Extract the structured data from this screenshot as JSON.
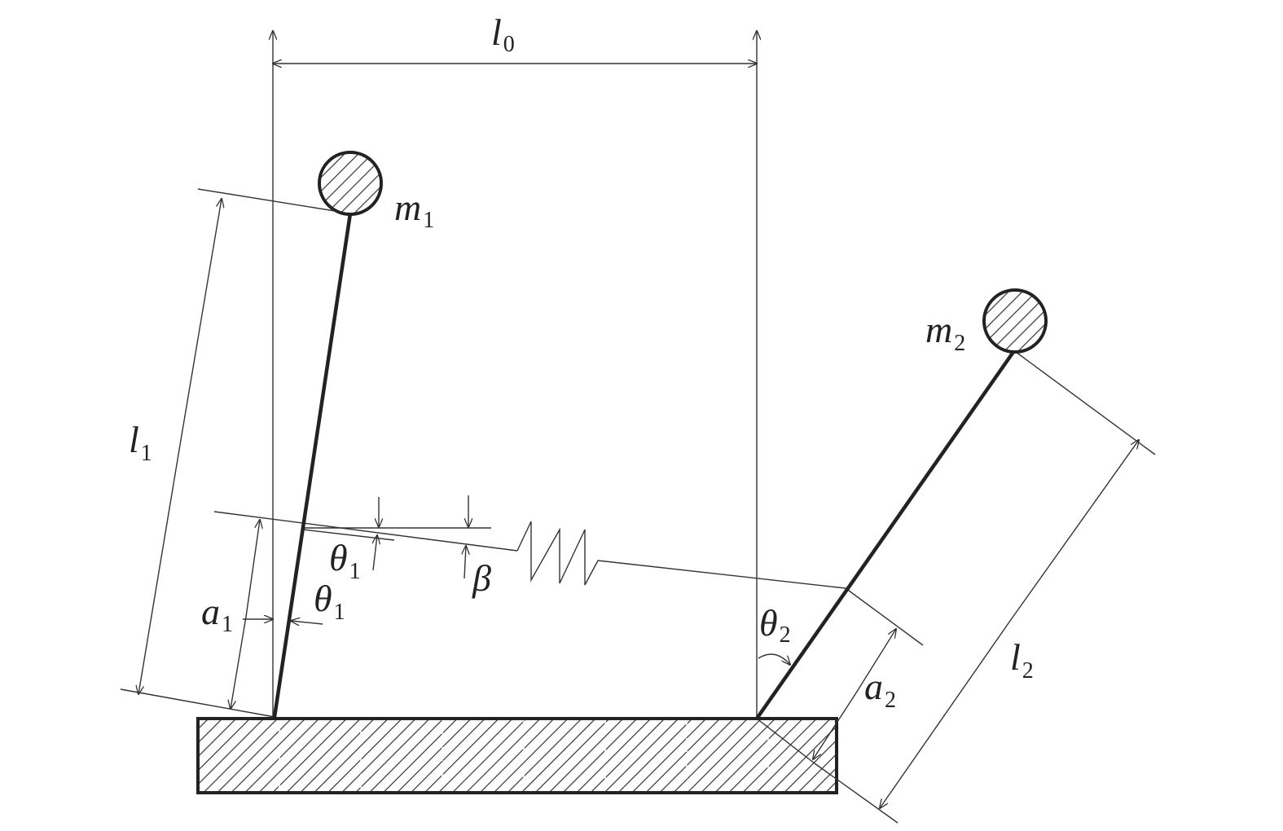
{
  "labels": {
    "l0": {
      "main": "l",
      "sub": "0"
    },
    "m1": {
      "main": "m",
      "sub": "1"
    },
    "m2": {
      "main": "m",
      "sub": "2"
    },
    "l1": {
      "main": "l",
      "sub": "1"
    },
    "l2": {
      "main": "l",
      "sub": "2"
    },
    "a1": {
      "main": "a",
      "sub": "1"
    },
    "a2": {
      "main": "a",
      "sub": "2"
    },
    "theta1a": {
      "main": "θ",
      "sub": "1"
    },
    "theta1b": {
      "main": "θ",
      "sub": "1"
    },
    "theta2": {
      "main": "θ",
      "sub": "2"
    },
    "beta": {
      "main": "β"
    }
  },
  "colors": {
    "ink": "#222222",
    "background": "#ffffff"
  }
}
